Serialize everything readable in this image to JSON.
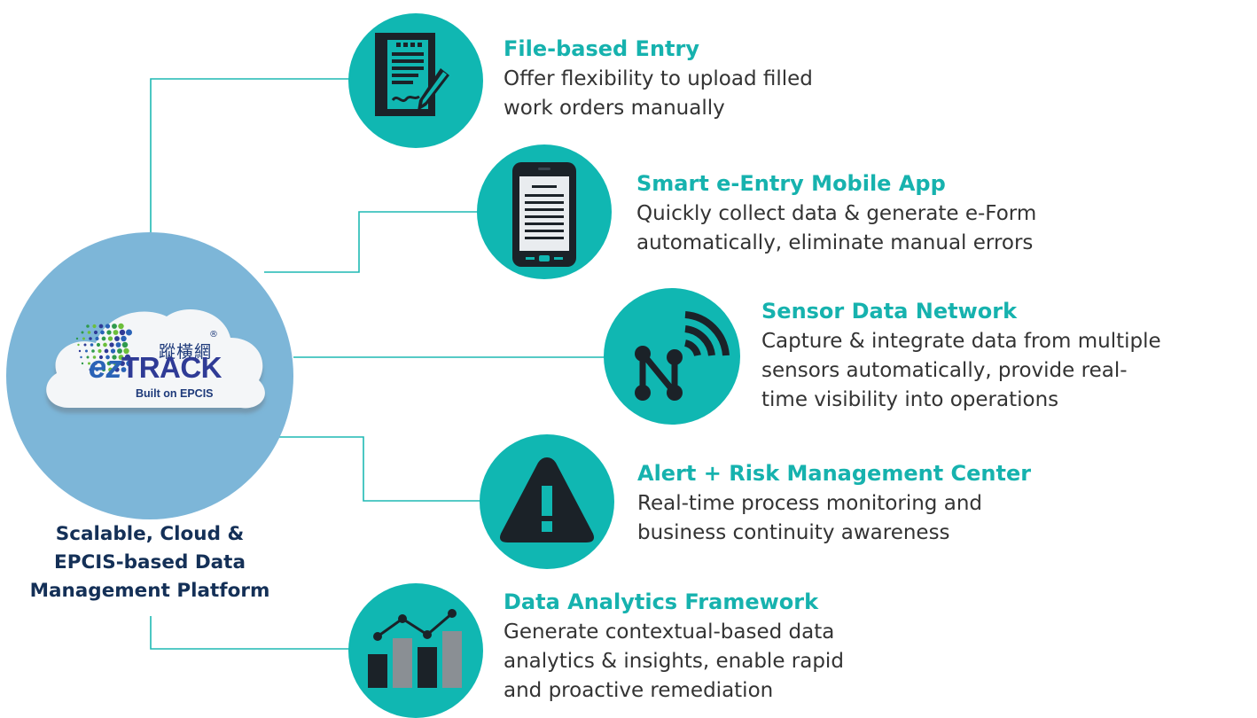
{
  "hub": {
    "logo_cjk": "蹤橫網",
    "logo_registered": "®",
    "logo_brand_prefix": "ez",
    "logo_brand_main": "TRACK",
    "logo_tagline": "Built on EPCIS",
    "caption_lines": [
      "Scalable, Cloud &",
      "EPCIS-based Data",
      "Management Platform"
    ]
  },
  "features": [
    {
      "icon": "document-signature-icon",
      "title": "File-based Entry",
      "description_lines": [
        "Offer flexibility to upload filled",
        "work orders manually"
      ]
    },
    {
      "icon": "mobile-phone-icon",
      "title": "Smart e-Entry Mobile App",
      "description_lines": [
        "Quickly collect data & generate e-Form",
        "automatically, eliminate manual errors"
      ]
    },
    {
      "icon": "sensor-network-icon",
      "title": "Sensor Data Network",
      "description_lines": [
        "Capture & integrate data from multiple",
        "sensors automatically, provide real-",
        "time visibility into operations"
      ]
    },
    {
      "icon": "warning-triangle-icon",
      "title": "Alert + Risk Management Center",
      "description_lines": [
        "Real-time process monitoring and",
        "business continuity awareness"
      ]
    },
    {
      "icon": "analytics-chart-icon",
      "title": "Data Analytics Framework",
      "description_lines": [
        "Generate contextual-based data",
        "analytics & insights, enable rapid",
        "and proactive remediation"
      ]
    }
  ],
  "colors": {
    "accent_teal": "#10b7b2",
    "hub_blue": "#7db6d8",
    "caption_navy": "#143057",
    "body_text": "#333333"
  }
}
